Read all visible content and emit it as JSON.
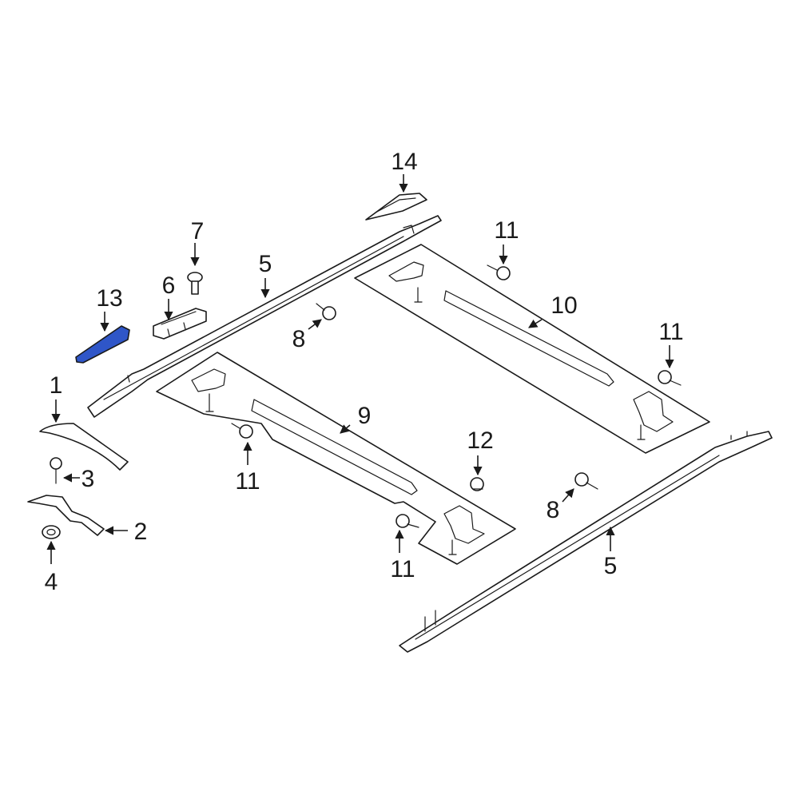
{
  "diagram": {
    "highlight_color": "#2f56c8",
    "line_color": "#1a1a1a",
    "background": "#ffffff",
    "callouts": {
      "c1": "1",
      "c2": "2",
      "c3": "3",
      "c4": "4",
      "c5a": "5",
      "c5b": "5",
      "c6": "6",
      "c7": "7",
      "c8a": "8",
      "c8b": "8",
      "c9": "9",
      "c10": "10",
      "c11a": "11",
      "c11b": "11",
      "c11c": "11",
      "c11d": "11",
      "c12": "12",
      "c13": "13",
      "c14": "14"
    },
    "highlighted_part": "13"
  }
}
